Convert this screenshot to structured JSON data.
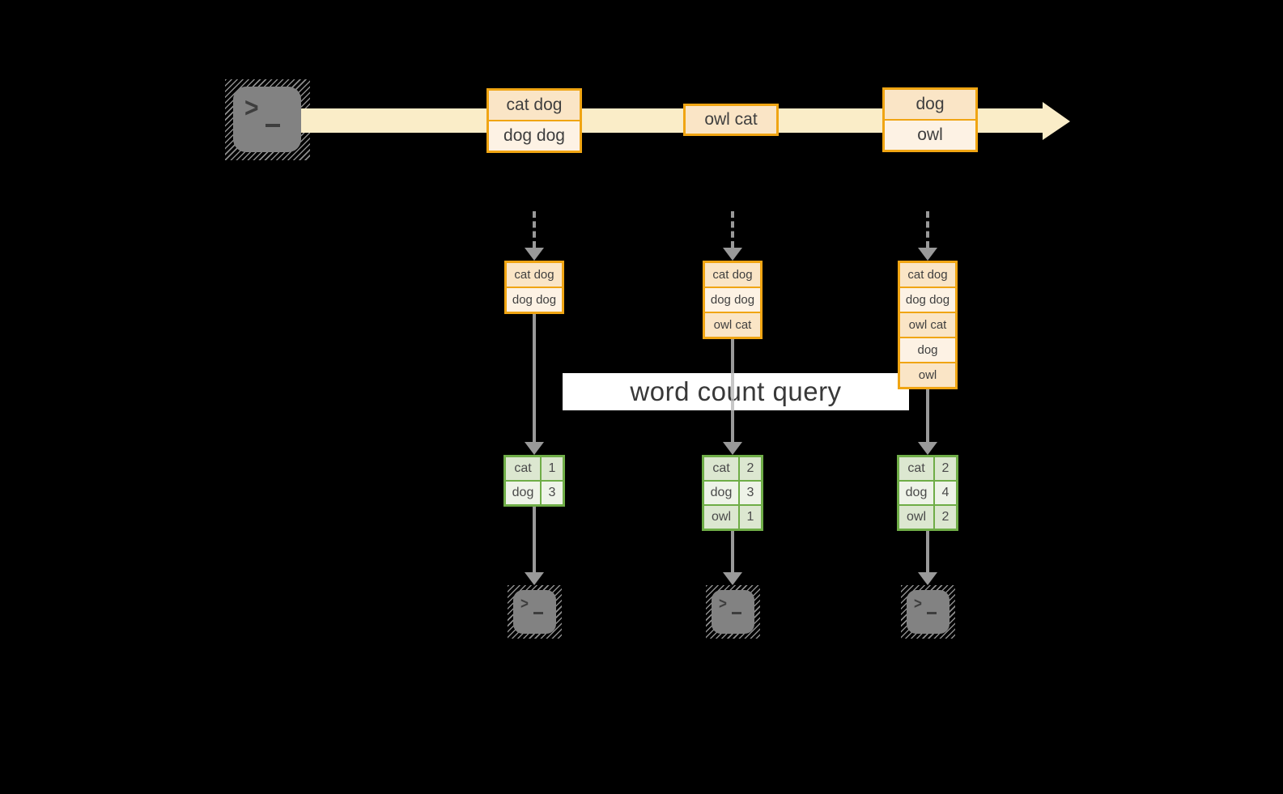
{
  "query_label": "word count query",
  "terminal_prompt": ">",
  "stream_events": [
    {
      "rows": [
        "cat dog",
        "dog dog"
      ]
    },
    {
      "rows": [
        "owl cat"
      ]
    },
    {
      "rows": [
        "dog",
        "owl"
      ]
    }
  ],
  "pipelines": [
    {
      "state_rows": [
        "cat dog",
        "dog dog"
      ],
      "counts": [
        {
          "word": "cat",
          "count": "1"
        },
        {
          "word": "dog",
          "count": "3"
        }
      ]
    },
    {
      "state_rows": [
        "cat dog",
        "dog dog",
        "owl cat"
      ],
      "counts": [
        {
          "word": "cat",
          "count": "2"
        },
        {
          "word": "dog",
          "count": "3"
        },
        {
          "word": "owl",
          "count": "1"
        }
      ]
    },
    {
      "state_rows": [
        "cat dog",
        "dog dog",
        "owl cat",
        "dog",
        "owl"
      ],
      "counts": [
        {
          "word": "cat",
          "count": "2"
        },
        {
          "word": "dog",
          "count": "4"
        },
        {
          "word": "owl",
          "count": "2"
        }
      ]
    }
  ],
  "colors": {
    "accent_orange": "#F0A513",
    "box_fill_dark": "#FAE5C6",
    "box_fill_light": "#FDF2E4",
    "stream_band": "#FAEDC8",
    "green_border": "#6FAD47",
    "green_fill_dark": "#DCE7D0",
    "green_fill_light": "#EEF3E8",
    "arrow_gray": "#A3A3A3",
    "terminal_gray": "#828282"
  }
}
